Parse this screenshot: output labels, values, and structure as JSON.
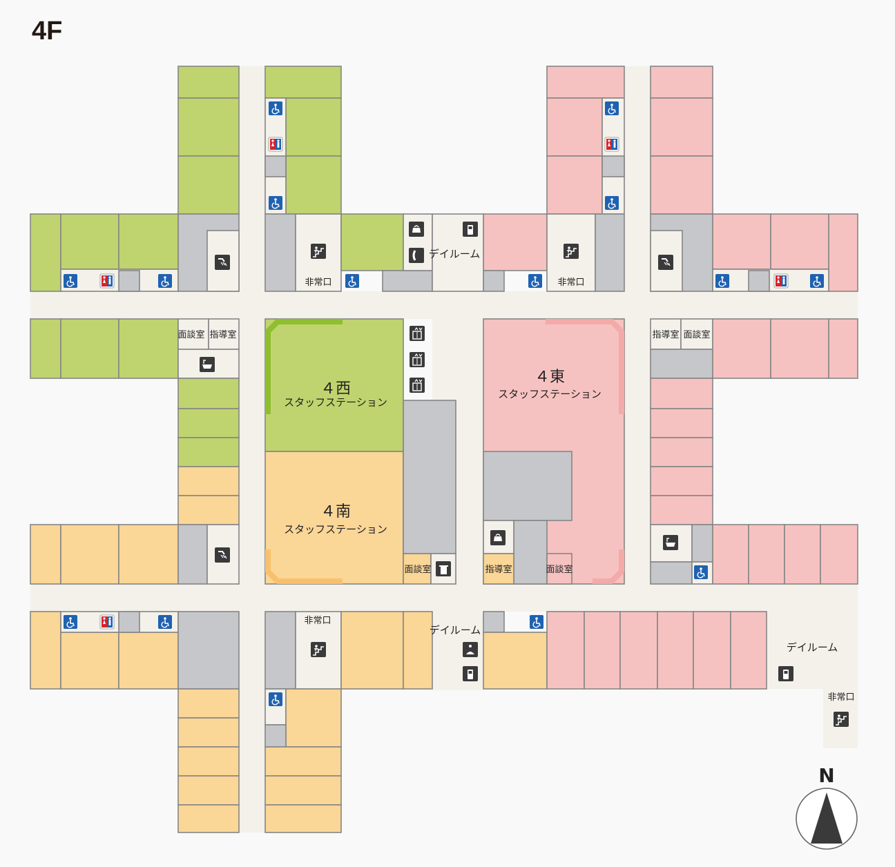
{
  "floor_label": "4F",
  "colors": {
    "corridor": "#f3f1ea",
    "west": "#bfd46e",
    "east": "#f6c2c1",
    "south": "#fad697",
    "service": "#c6c7ca",
    "wall": "#858585",
    "west_accent": "#8fbe2e",
    "east_accent": "#f3aaa9",
    "south_accent": "#f9c06c",
    "accessible": "#1f62b1",
    "emergency": "#1a9e3f",
    "icon_dark": "#3a3a3a"
  },
  "stations": [
    {
      "id": "west",
      "number": "４西",
      "label": "スタッフステーション"
    },
    {
      "id": "east",
      "number": "４東",
      "label": "スタッフステーション"
    },
    {
      "id": "south",
      "number": "４南",
      "label": "スタッフステーション"
    }
  ],
  "rooms": {
    "interview": "面談室",
    "guidance": "指導室",
    "dayroom": "デイルーム",
    "emergency_exit": "非常口"
  },
  "compass": {
    "label": "N"
  }
}
